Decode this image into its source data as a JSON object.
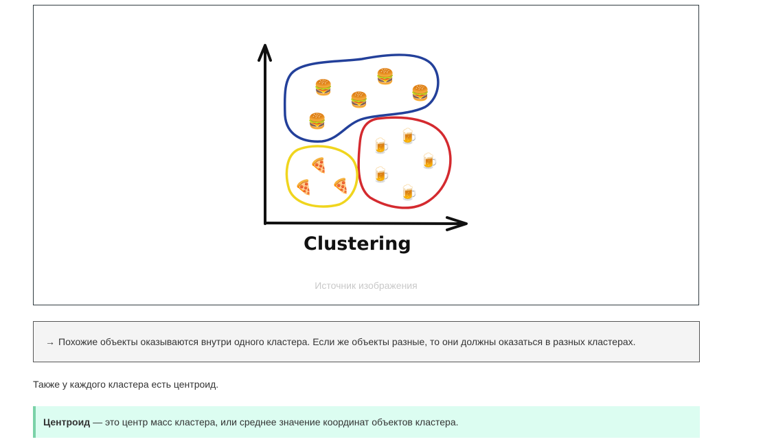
{
  "figure": {
    "label": "Clustering",
    "caption": "Источник изображения",
    "clusters": [
      {
        "name": "burgers",
        "color": "#23409a",
        "count": 5,
        "icon": "burger-icon"
      },
      {
        "name": "beers",
        "color": "#d42a2f",
        "count": 5,
        "icon": "beer-mug-icon"
      },
      {
        "name": "pizzas",
        "color": "#f0d51e",
        "count": 3,
        "icon": "pizza-slice-icon"
      }
    ]
  },
  "note": {
    "arrow": "→",
    "text": "Похожие объекты оказываются внутри одного кластера. Если же объекты разные, то они должны оказаться в разных кластерах."
  },
  "paragraph": "Также у каждого кластера есть центроид.",
  "definition": {
    "term": "Центроид",
    "text": "— это центр масс кластера, или среднее значение координат объектов кластера.",
    "accent": "#7bd2a8",
    "background": "#dcfdf1"
  }
}
